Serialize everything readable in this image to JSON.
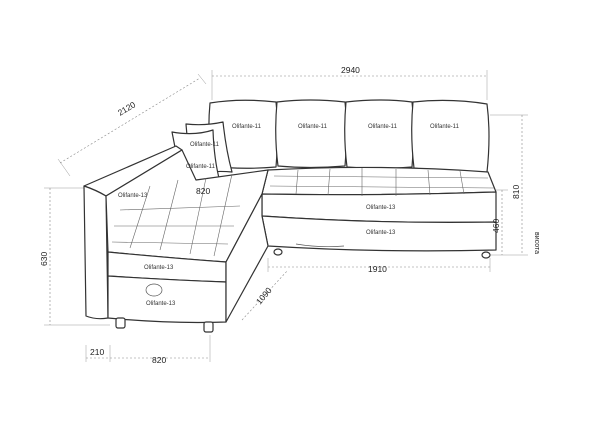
{
  "dimensions": {
    "total_width": "2940",
    "depth_angled": "2120",
    "right_height": "810",
    "height_label": "висота",
    "seat_height": "460",
    "left_height": "630",
    "inner_depth": "820",
    "seat_length": "1910",
    "corner_length": "1090",
    "arm_width": "210",
    "bottom_depth": "820"
  },
  "labels": {
    "back_cushion_1": "Olifante-11",
    "back_cushion_2": "Olifante-11",
    "back_cushion_3": "Olifante-11",
    "back_cushion_4": "Olifante-11",
    "pillow_1": "Olifante-11",
    "pillow_2": "Olifante-11",
    "arm_fabric": "Olifante-13",
    "seat_front": "Olifante-13",
    "drawer_front": "Olifante-13",
    "left_seat_front": "Olifante-13",
    "left_drawer": "Olifante-13"
  }
}
